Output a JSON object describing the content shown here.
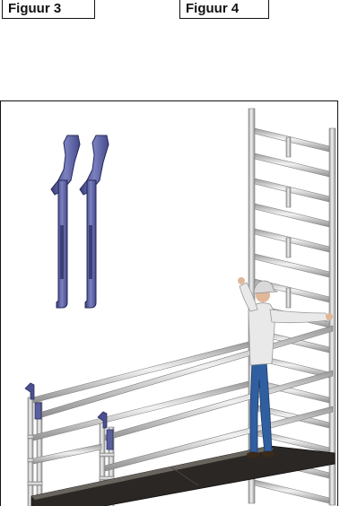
{
  "figures": [
    {
      "label": "Figuur 3"
    },
    {
      "label": "Figuur 4"
    }
  ],
  "illustration": {
    "subject": "scaffold-worker-and-clips",
    "colors": {
      "frame_stroke": "#111111",
      "scaffold_tube": "#c9c9c9",
      "scaffold_tube_edge": "#7f7f7f",
      "clip_fill": "#5a5f9e",
      "clip_shade": "#3a3f78",
      "deck_fill": "#2b2724",
      "shirt": "#e9e9ea",
      "jeans": "#2f5fa0",
      "helmet": "#d9d9d9",
      "skin": "#e1b79a"
    }
  }
}
